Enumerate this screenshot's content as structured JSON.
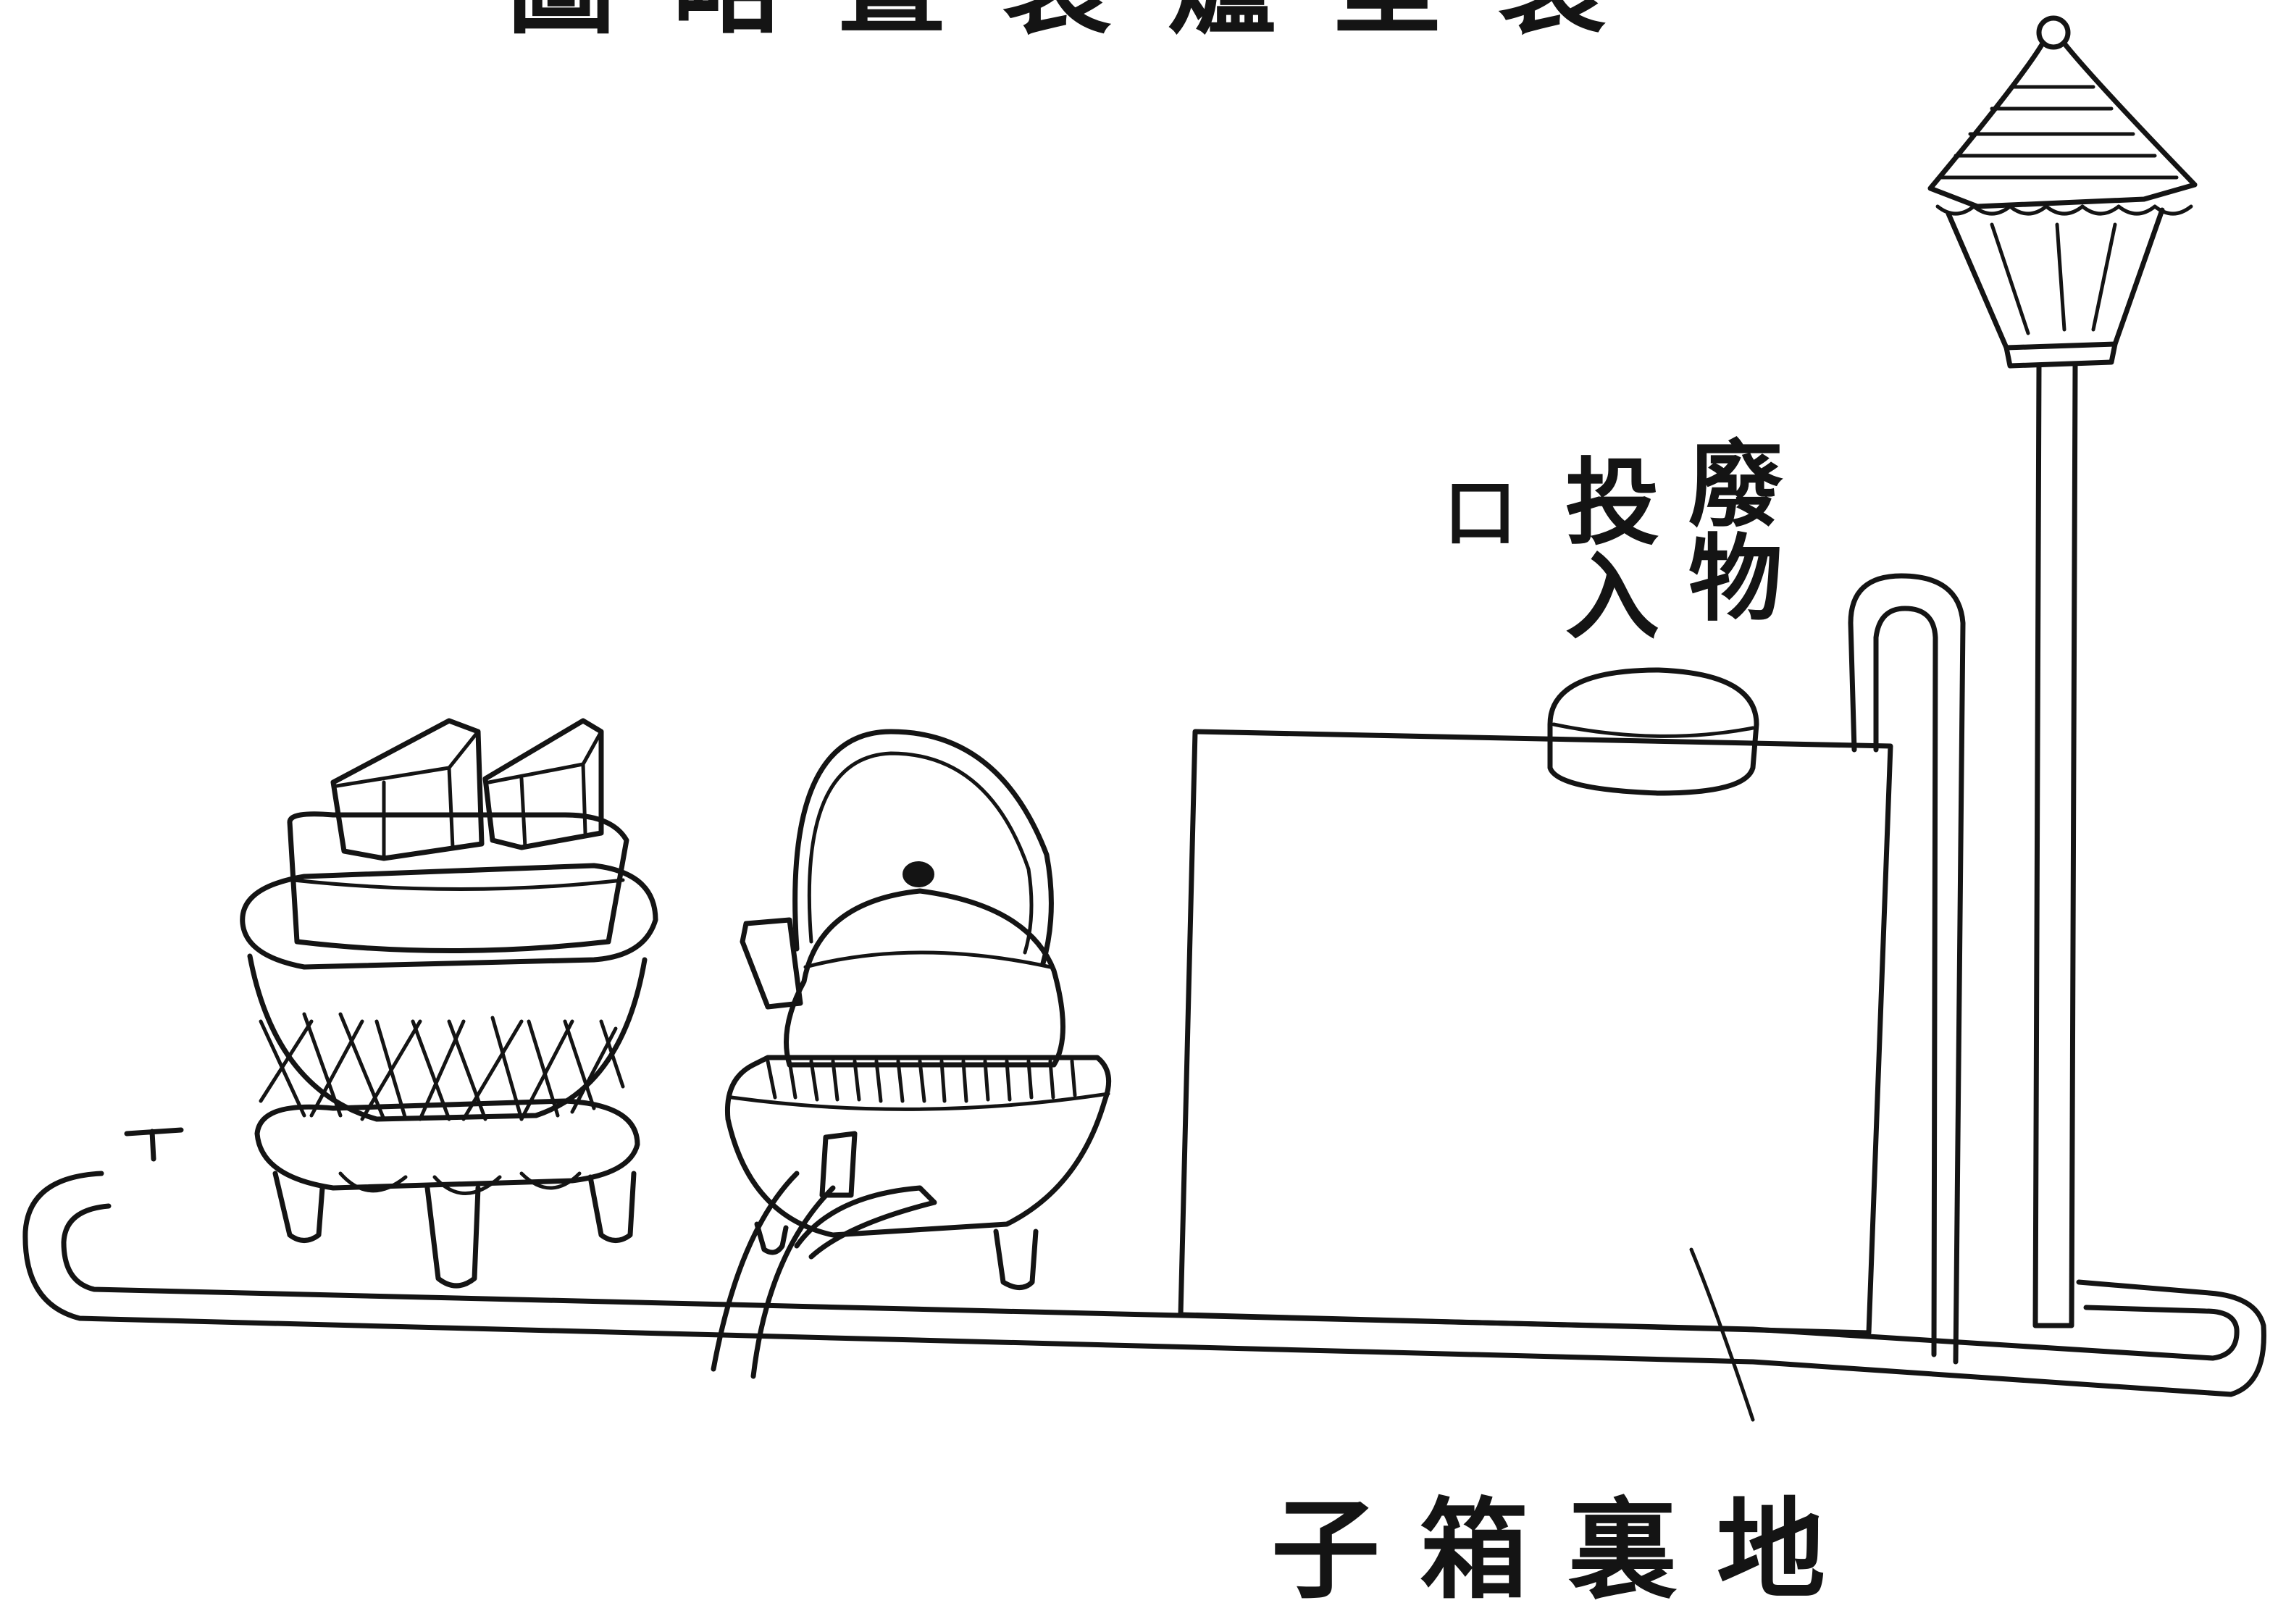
{
  "title": "圖略置裝爐室製",
  "labels": {
    "inlet_col1": "廢物",
    "inlet_col2": "投入",
    "inlet_col3": "口",
    "bottom": "地裏箱子"
  },
  "ink_color": "#141414"
}
